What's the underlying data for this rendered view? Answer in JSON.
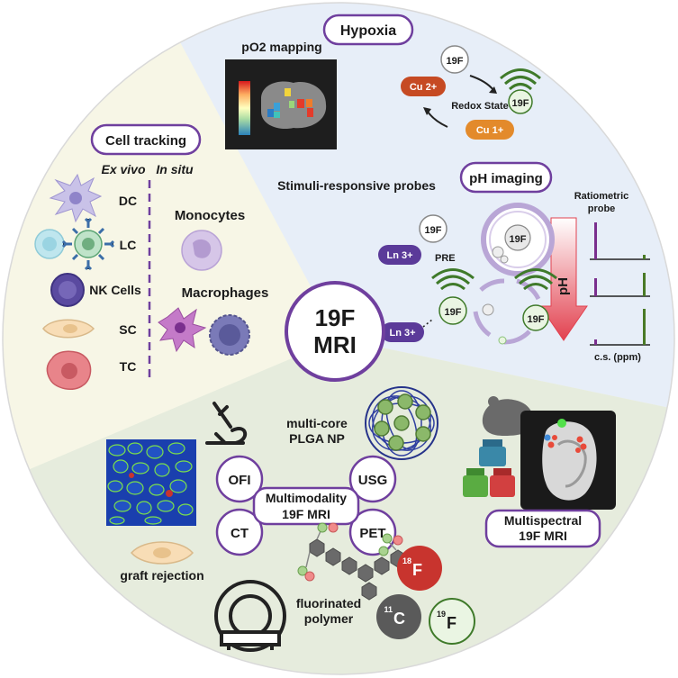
{
  "center": {
    "line1": "19F",
    "line2": "MRI"
  },
  "hypoxia": {
    "title": "Hypoxia",
    "po2_label": "pO2 mapping",
    "fluorine_label": "19F",
    "cu2_label": "Cu 2+",
    "cu1_label": "Cu 1+",
    "redox_label": "Redox State"
  },
  "stimuli": {
    "label": "Stimuli-responsive probes"
  },
  "ph": {
    "title": "pH imaging",
    "ratiometric_label": "Ratiometric",
    "probe_label": "probe",
    "ph_arrow_label": "pH",
    "cs_label": "c.s. (ppm)",
    "ln3_label": "Ln 3+",
    "pre_label": "PRE",
    "fluorine_label": "19F"
  },
  "cell_tracking": {
    "title": "Cell tracking",
    "ex_vivo": "Ex vivo",
    "in_situ": "In situ",
    "cells": [
      "DC",
      "LC",
      "NK Cells",
      "SC",
      "TC"
    ],
    "monocytes": "Monocytes",
    "macrophages": "Macrophages"
  },
  "multimodality": {
    "title_line1": "Multimodality",
    "title_line2": "19F MRI",
    "modalities": [
      "OFI",
      "USG",
      "CT",
      "PET"
    ],
    "nanoparticle_line1": "multi-core",
    "nanoparticle_line2": "PLGA NP",
    "graft_label": "graft rejection",
    "polymer_line1": "fluorinated",
    "polymer_line2": "polymer",
    "isotopes": [
      {
        "mass": "18",
        "symbol": "F"
      },
      {
        "mass": "11",
        "symbol": "C"
      },
      {
        "mass": "19",
        "symbol": "F"
      }
    ]
  },
  "multispectral": {
    "line1": "Multispectral",
    "line2": "19F MRI"
  },
  "colors": {
    "top_sector": "#e7eef8",
    "left_sector": "#f7f6e6",
    "bottom_sector": "#e6ecdd",
    "accent_purple": "#6f3f9e",
    "green_bar": "#4a7a26",
    "purple_bar": "#7a2f8e"
  }
}
